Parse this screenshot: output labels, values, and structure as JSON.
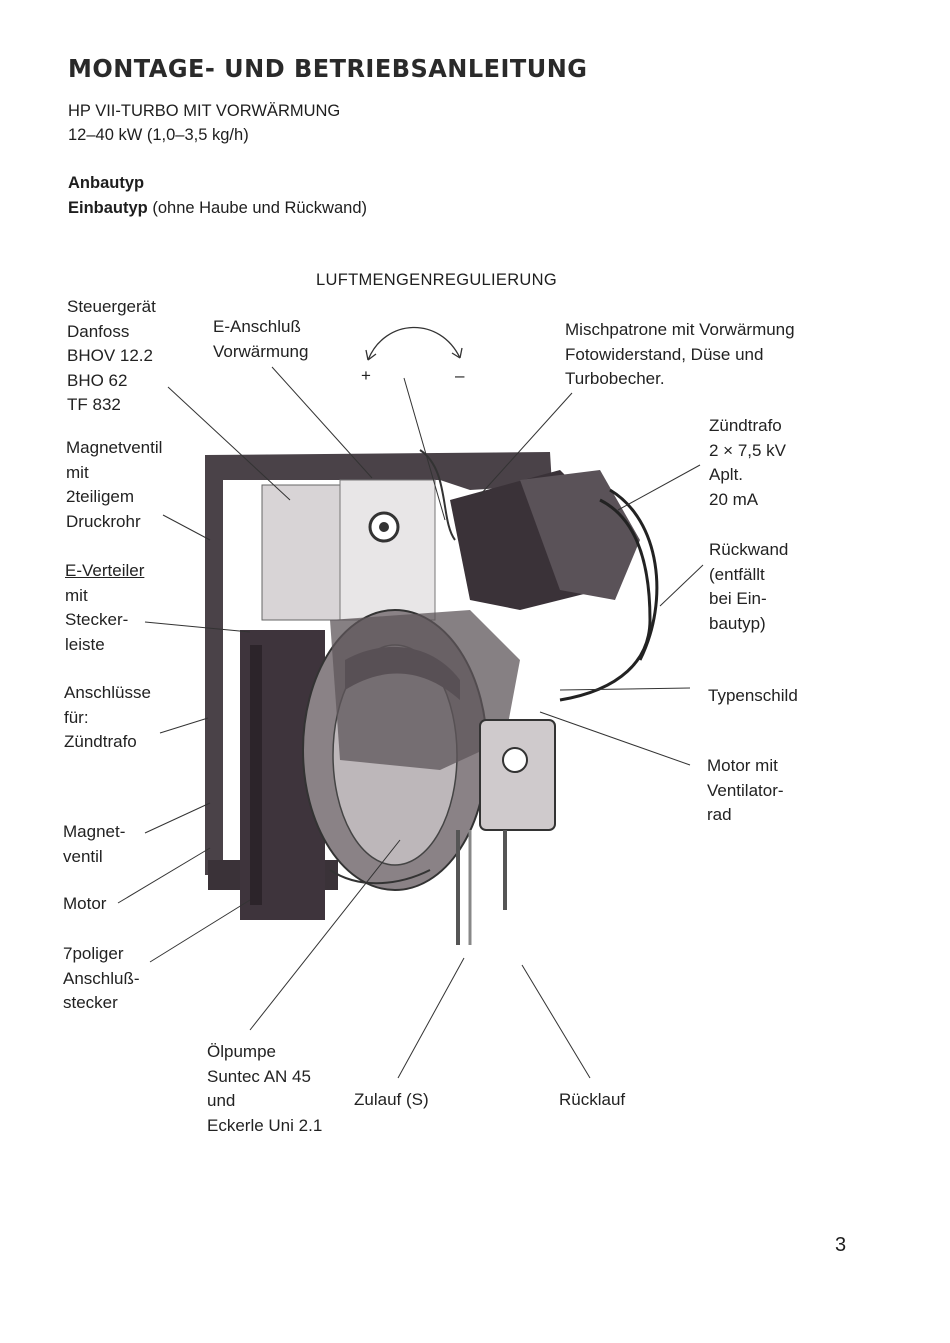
{
  "header": {
    "title": "MONTAGE- UND BETRIEBSANLEITUNG",
    "model": "HP VII-TURBO MIT VORWÄRMUNG",
    "power": "12–40 kW (1,0–3,5 kg/h)",
    "type_anbau": "Anbautyp",
    "type_einbau": "Einbautyp",
    "type_einbau_note": "(ohne Haube und Rückwand)"
  },
  "diagram": {
    "heading": "LUFTMENGENREGULIERUNG",
    "plus": "+",
    "minus": "–",
    "labels": {
      "steuergeraet": [
        "Steuergerät",
        "Danfoss",
        "BHOV 12.2",
        "BHO 62",
        "TF 832"
      ],
      "e_anschluss": [
        "E-Anschluß",
        "Vorwärmung"
      ],
      "mischpatrone": [
        "Mischpatrone mit Vorwärmung",
        "Fotowiderstand, Düse und",
        "Turbobecher."
      ],
      "zuendtrafo": [
        "Zündtrafo",
        "2 × 7,5 kV",
        "Aplt.",
        "20 mA"
      ],
      "magnetventil_druckrohr": [
        "Magnetventil",
        "mit",
        "2teiligem",
        "Druckrohr"
      ],
      "e_verteiler": [
        "E-Verteiler",
        "mit",
        "Stecker-",
        "leiste"
      ],
      "rueckwand": [
        "Rückwand",
        "(entfällt",
        "bei Ein-",
        "bautyp)"
      ],
      "anschluesse": [
        "Anschlüsse",
        "für:",
        "Zündtrafo"
      ],
      "typenschild": "Typenschild",
      "motor_ventilator": [
        "Motor mit",
        "Ventilator-",
        "rad"
      ],
      "magnetventil": [
        "Magnet-",
        "ventil"
      ],
      "motor": "Motor",
      "stecker": [
        "7poliger",
        "Anschluß-",
        "stecker"
      ],
      "oelpumpe": [
        "Ölpumpe",
        "Suntec AN 45",
        "und",
        "Eckerle Uni 2.1"
      ],
      "zulauf": "Zulauf (S)",
      "ruecklauf": "Rücklauf"
    }
  },
  "page_number": "3"
}
